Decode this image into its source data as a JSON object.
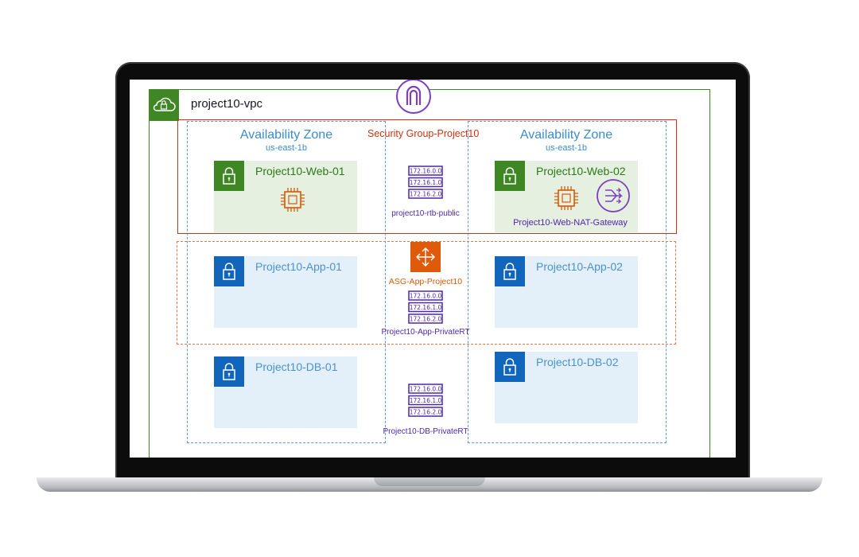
{
  "vpc": {
    "title": "project10-vpc"
  },
  "availability_zones": [
    {
      "title": "Availability Zone",
      "region": "us-east-1b"
    },
    {
      "title": "Availability Zone",
      "region": "us-east-1b"
    }
  ],
  "security_group": {
    "title": "Security Group-Project10"
  },
  "subnets": {
    "web01": "Project10-Web-01",
    "web02": "Project10-Web-02",
    "app01": "Project10-App-01",
    "app02": "Project10-App-02",
    "db01": "Project10-DB-01",
    "db02": "Project10-DB-02"
  },
  "route_tables": {
    "public": "project10-rtb-public",
    "app": "Project10-App-PrivateRT",
    "db": "Project10-DB-PrivateRT",
    "routes": [
      "172.16.0.0",
      "172.16.1.0",
      "172.16.2.0"
    ]
  },
  "nat_gateway": {
    "label": "Project10-Web-NAT-Gateway"
  },
  "asg": {
    "label": "ASG-App-Project10"
  },
  "colors": {
    "vpc_green": "#3f8624",
    "az_blue": "#5a9ad0",
    "security_red": "#d13212",
    "asg_orange": "#e07941",
    "route_purple": "#4d27aa",
    "ec2_orange": "#d45b07",
    "private_blue": "#1166bb"
  },
  "icons": [
    "lock-icon",
    "internet-gateway-icon",
    "ec2-chip-icon",
    "nat-gateway-icon",
    "route-table-icon",
    "auto-scaling-icon",
    "cloud-lock-icon"
  ]
}
